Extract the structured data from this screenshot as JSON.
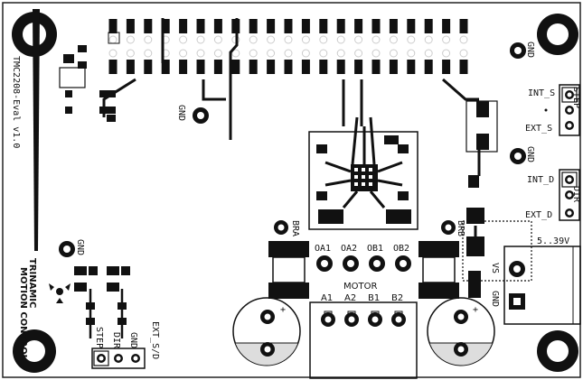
{
  "board": {
    "title": "TMC2208-Eval v1.0",
    "logo_name": "TRINAMIC",
    "logo_sub": "MOTION CONTROL"
  },
  "labels": {
    "gnd": "GND",
    "int_s": "INT_S",
    "ext_s": "EXT_S",
    "step": "STEP",
    "int_d": "INT_D",
    "ext_d": "EXT_D",
    "dir": "DIR",
    "supply": "5..39V",
    "vs": "VS",
    "motor": "MOTOR",
    "oa1": "OA1",
    "oa2": "OA2",
    "ob1": "OB1",
    "ob2": "OB2",
    "a1": "A1",
    "a2": "A2",
    "b1": "B1",
    "b2": "B2",
    "ext_sd": "EXT_S/D",
    "step_pin": "STEP",
    "dir_pin": "DIR",
    "bra": "BRA",
    "brb": "BRB",
    "plus": "+"
  },
  "colors": {
    "copper": "#111111",
    "silk": "#111111",
    "board": "#ffffff",
    "pad": "#ffffff"
  }
}
